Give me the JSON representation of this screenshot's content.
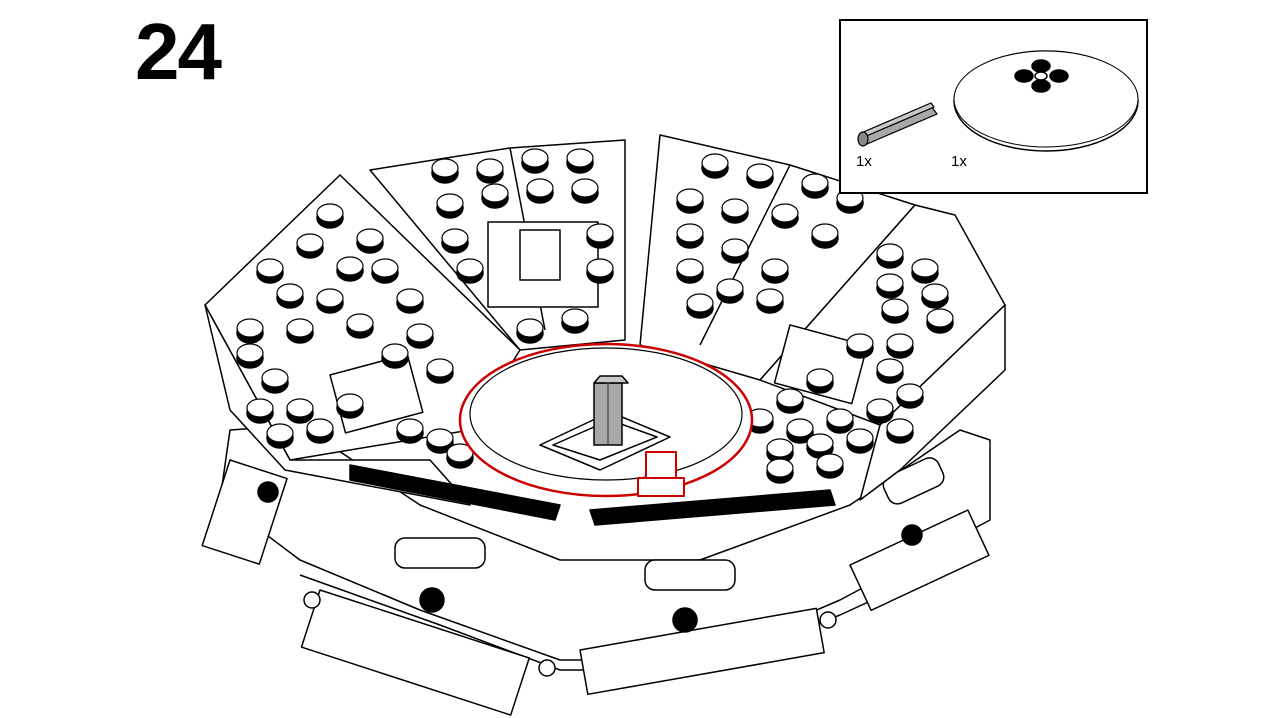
{
  "step": {
    "number": "24"
  },
  "parts": [
    {
      "icon": "technic-axle-icon",
      "qty": "1x"
    },
    {
      "icon": "round-plate-icon",
      "qty": "1x"
    }
  ],
  "colors": {
    "outline": "#000000",
    "highlight": "#cc0000",
    "part_gray": "#a8a8a8",
    "background": "#ffffff"
  }
}
